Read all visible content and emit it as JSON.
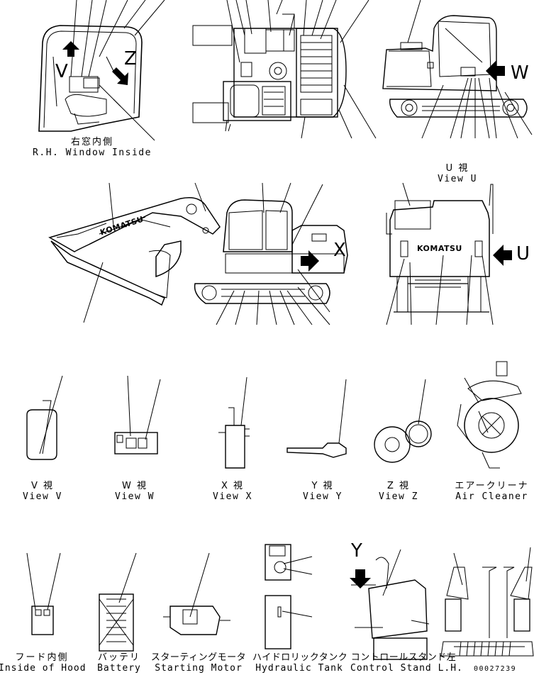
{
  "views": {
    "rh_window": {
      "jp": "右窓内側",
      "en": "R.H. Window Inside"
    },
    "view_u": {
      "jp": "U 視",
      "en": "View U"
    },
    "view_v": {
      "jp": "V 視",
      "en": "View V"
    },
    "view_w": {
      "jp": "W 視",
      "en": "View W"
    },
    "view_x": {
      "jp": "X 視",
      "en": "View X"
    },
    "view_y": {
      "jp": "Y 視",
      "en": "View Y"
    },
    "view_z": {
      "jp": "Z 視",
      "en": "View Z"
    },
    "air_cleaner": {
      "jp": "エアークリーナ",
      "en": "Air Cleaner"
    },
    "inside_hood": {
      "jp": "フード内側",
      "en": "Inside of Hood"
    },
    "battery": {
      "jp": "バッテリ",
      "en": "Battery"
    },
    "starting_motor": {
      "jp": "スターティングモータ",
      "en": "Starting Motor"
    },
    "hydraulic_tank": {
      "jp": "ハイドロリックタンク",
      "en": "Hydraulic Tank"
    },
    "control_stand": {
      "jp": "コントロールスタンド左",
      "en": "Control Stand L.H."
    }
  },
  "markers": {
    "v": "V",
    "z": "Z",
    "w": "W",
    "u": "U",
    "x": "X",
    "y": "Y"
  },
  "brand": "KOMATSU",
  "drawing_code": "00027239"
}
